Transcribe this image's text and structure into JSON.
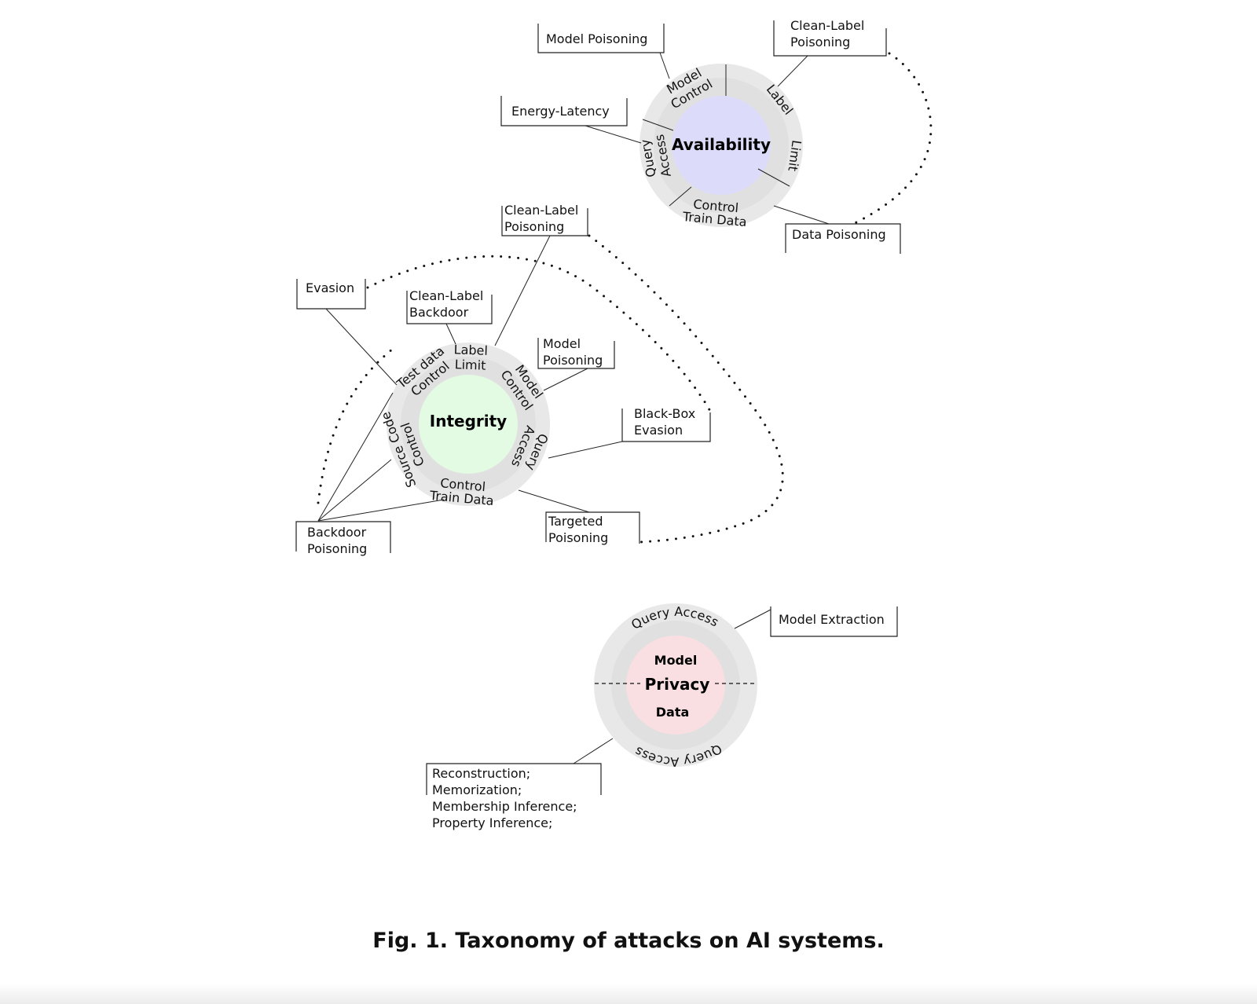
{
  "availability": {
    "title": "Availability",
    "color": "#dcdcfa",
    "ring": {
      "model1": "Model",
      "model2": "Control",
      "label1": "Label",
      "label2": "Limit",
      "train1": "Train Data",
      "train2": "Control",
      "query1": "Query",
      "query2": "Access"
    },
    "boxes": {
      "model_poisoning": "Model Poisoning",
      "clean1": "Clean-Label",
      "clean2": "Poisoning",
      "energy": "Energy-Latency",
      "data_poisoning": "Data Poisoning"
    }
  },
  "integrity": {
    "title": "Integrity",
    "color": "#e3fbe3",
    "ring": {
      "label1": "Label",
      "label2": "Limit",
      "model1": "Model",
      "model2": "Control",
      "query1": "Query",
      "query2": "Access",
      "train1": "Train Data",
      "train2": "Control",
      "source1": "Source Code",
      "source2": "Control",
      "test1": "Test data",
      "test2": "Control"
    },
    "boxes": {
      "clean_p1": "Clean-Label",
      "clean_p2": "Poisoning",
      "evasion": "Evasion",
      "clean_b1": "Clean-Label",
      "clean_b2": "Backdoor",
      "model1": "Model",
      "model2": "Poisoning",
      "bb1": "Black-Box",
      "bb2": "Evasion",
      "targeted1": "Targeted",
      "targeted2": "Poisoning",
      "backdoor1": "Backdoor",
      "backdoor2": "Poisoning"
    }
  },
  "privacy": {
    "title": "Privacy",
    "color": "#f9dfe2",
    "model": "Model",
    "data": "Data",
    "ring_top": "Query Access",
    "ring_bottom": "Query Access",
    "boxes": {
      "extraction": "Model Extraction",
      "list": [
        "Reconstruction;",
        "Memorization;",
        "Membership Inference;",
        "Property Inference;"
      ]
    }
  },
  "caption": "Fig. 1.  Taxonomy of attacks on AI systems."
}
